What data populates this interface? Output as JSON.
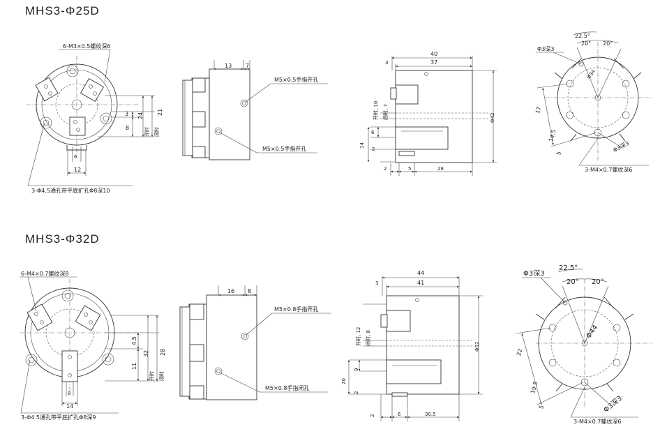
{
  "sections": [
    {
      "title": "MHS3-Φ25D",
      "front": {
        "thread_note": "6-M3×0.5螺纹深6",
        "hole_note": "3-Φ4.5通孔带平底扩孔Φ8深10",
        "dim_width": "12",
        "dim_small": "6",
        "dim_3": "3",
        "dim_8": "8",
        "dim_24": "24",
        "dim_21": "21",
        "open_label": "开时",
        "close_label": "闭时"
      },
      "side": {
        "dim_a": "13",
        "dim_b": "7",
        "port_open": "M5×0.5手指开孔",
        "port_close": "M5×0.5手指开孔"
      },
      "profile": {
        "dim_total": "40",
        "dim_body": "37",
        "dim_top": "3",
        "open_stroke": "开时, 10",
        "close_stroke": "闭时, 7",
        "dim_6": "6",
        "dim_14": "14",
        "dim_2": "2",
        "dim_2b": "2",
        "dim_5": "5",
        "dim_28": "28",
        "dia": "Φ42"
      },
      "back": {
        "pin_top": "Φ3深3",
        "pin_bottom": "Φ3深3",
        "angle_a": "22.5°",
        "angle_b": "20°",
        "angle_c": "20°",
        "dia": "Φ34",
        "dim_17": "17",
        "dim_14_5": "14.5",
        "dim_5": "5",
        "thread_note": "3-M4×0.7螺纹深6"
      }
    },
    {
      "title": "MHS3-Φ32D",
      "front": {
        "thread_note": "6-M4×0.7螺纹深8",
        "hole_note": "3-Φ4.5通孔带平底扩孔Φ8深9",
        "dim_width": "14",
        "dim_small": "8",
        "dim_3": "4.5",
        "dim_8": "11",
        "dim_24": "32",
        "dim_21": "28",
        "open_label": "开时",
        "close_label": "闭时"
      },
      "side": {
        "dim_a": "16",
        "dim_b": "8",
        "port_open": "M5×0.8手指开孔",
        "port_close": "M5×0.8手指闭孔"
      },
      "profile": {
        "dim_total": "44",
        "dim_body": "41",
        "dim_top": "3",
        "open_stroke": "开时, 12",
        "close_stroke": "闭时, 8",
        "dim_6": "9",
        "dim_14": "20",
        "dim_2": "2",
        "dim_2b": "2",
        "dim_5": "6",
        "dim_28": "30.5",
        "dia": "Φ52"
      },
      "back": {
        "pin_top": "Φ3深3",
        "pin_bottom": "Φ3深3",
        "angle_a": "22.5°",
        "angle_b": "20°",
        "angle_c": "20°",
        "dia": "Φ44",
        "dim_17": "22",
        "dim_14_5": "19.5",
        "dim_5": "5",
        "thread_note": "3-M4×0.7螺纹深6"
      }
    }
  ]
}
